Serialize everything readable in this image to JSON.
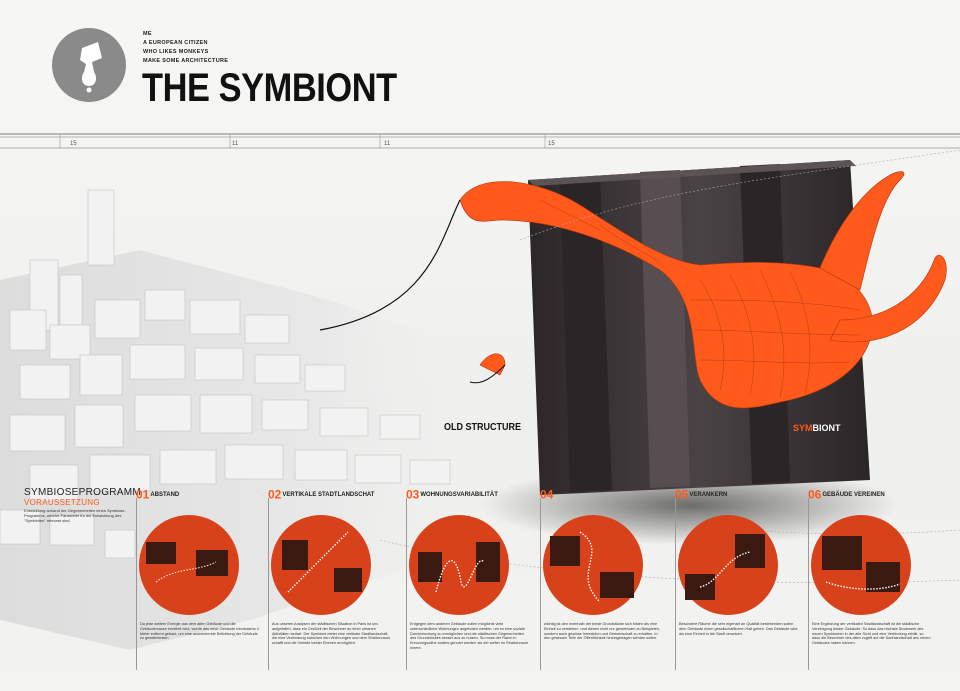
{
  "header": {
    "tagline": [
      "ME",
      "A EUROPEAN CITIZEN",
      "WHO LIKES MONKEYS",
      "MAKE SOME ARCHITECTURE"
    ],
    "title": "THE SYMBIONT"
  },
  "ruler": {
    "labels": [
      "15",
      "11",
      "11",
      "15"
    ]
  },
  "labels": {
    "old_structure": "OLD STRUCTURE",
    "symbiont_prefix": "SYM",
    "symbiont_suffix": "BIONT"
  },
  "section": {
    "title": "SYMBIOSEPROGRAMM",
    "subtitle": "VORAUSSETZUNG",
    "intro": "Entwicklung anhand der Gegebenheiten eines Symbiose-Programms, welche Parameter für die Entwicklung des \"Symbioten\" relevant sind."
  },
  "steps": [
    {
      "num": "01",
      "name": "ABSTAND",
      "text": "Da jede weitere Energie aus dem alten Gebäude und die Gebäudemasse ermittelt wird, wurde das neue Gebäude mindestens 4 Meter entfernt gebaut, um eine ausreichende Belichtung der Gebäude zu gewährleisten."
    },
    {
      "num": "02",
      "name": "VERTIKALE STADTLANDSCHAT",
      "text": "Aus unseren Analysen der städtischen Situation in Paris ist uns aufgefallen, dass ein Großteil der Bewohner an einer urbanen Aktivitäten bedarf. Der Symbiont bietet eine vertikale Stadtlandschaft, die eine Verbindung zwischen den Wohnungen und dem Straßenraum schafft und die Vorteile beider Ebenen ermöglicht."
    },
    {
      "num": "03",
      "name": "WOHNUNGSVARIABILITÄT",
      "text": "Entgegen dem anderen Gebäude sollen möglichst viele unterschiedliche Wohnungen angeboten werden, um so eine soziale Durchmischung zu ermöglichen und die städtischen Gegebenheiten des Grundstückes besser aus zu nutzen. So muss der Raum in Kreuzungsnähe anders genutzt werden als der weiter im Straßenraum innere."
    },
    {
      "num": "04",
      "name": "",
      "text": "wichtig ist den innerhalb der beide Grundstücke sich bilden als eine Einheit zu verstehen, und diesen nicht nur gemeinsam zu Beispielen, sondern auch gewisse Interaktion und Gemeinschaft zu erhalten. In den gewissen Teile der Öffentlichkeit hineingetragen werden sollen."
    },
    {
      "num": "05",
      "name": "VERANKERN",
      "text": "Besondere Räume die sehr eigenart an Qualität bestehenden sollen dem Gebäude einen gesellschaftlichen Halt geben. Das Gebäude wird als eine Einheit in die Stadt verankert."
    },
    {
      "num": "06",
      "name": "GEBÄUDE VEREINEN",
      "text": "Eine Ergänzung der vertikalen Stadtlandschaft ist die städtische Vereinigung beider Gebäude. So dass das höchste Stockwerk des neuen Symbionten in der alte Sicht und eine Verbindung erhält, so dass die Bewohner des alten zugriff auf die Dachlandschaft des neuen Gebäudes haben können."
    }
  ],
  "colors": {
    "accent": "#ff5a1c",
    "block": "#3a3436",
    "circle": "#d8421a"
  }
}
